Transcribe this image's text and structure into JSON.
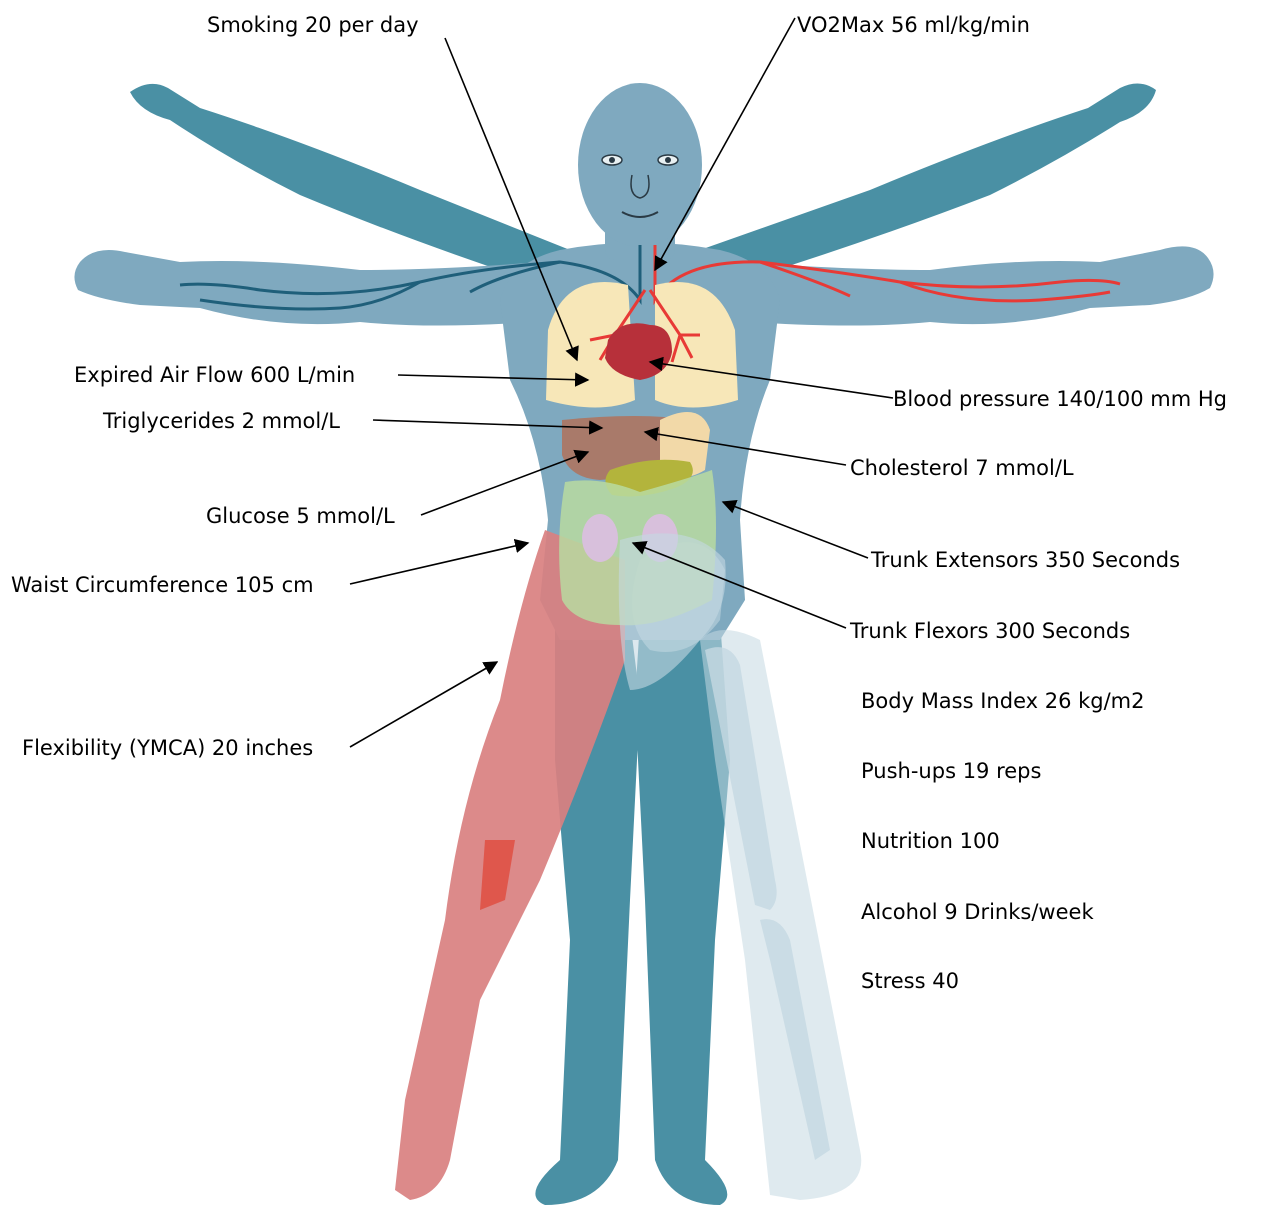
{
  "labels": {
    "smoking": "Smoking 20 per day",
    "vo2max": "VO2Max 56 ml/kg/min",
    "expired_air_flow": "Expired Air Flow 600 L/min",
    "blood_pressure": "Blood pressure 140/100 mm Hg",
    "triglycerides": "Triglycerides 2 mmol/L",
    "cholesterol": "Cholesterol 7 mmol/L",
    "glucose": "Glucose 5 mmol/L",
    "trunk_extensors": "Trunk Extensors 350 Seconds",
    "waist_circumference": "Waist Circumference 105 cm",
    "trunk_flexors": "Trunk Flexors 300 Seconds",
    "body_mass_index": "Body Mass Index 26 kg/m2",
    "flexibility": "Flexibility (YMCA) 20 inches",
    "push_ups": "Push-ups 19 reps",
    "nutrition": "Nutrition 100",
    "alcohol": "Alcohol 9 Drinks/week",
    "stress": "Stress 40"
  },
  "colors": {
    "skin_dark": "#4a90a4",
    "skin_light": "#7fa9bf",
    "lung": "#f7e7b8",
    "heart": "#b7303a",
    "artery": "#e83a36",
    "vein": "#1f5f7a",
    "liver": "#a97a6a",
    "gallbladder": "#f2d9a8",
    "pancreas": "#b3b43c",
    "intestine": "#b8dba0",
    "kidney": "#d8c0dc",
    "muscle": "#d98080",
    "bone": "#c5d8e2"
  }
}
